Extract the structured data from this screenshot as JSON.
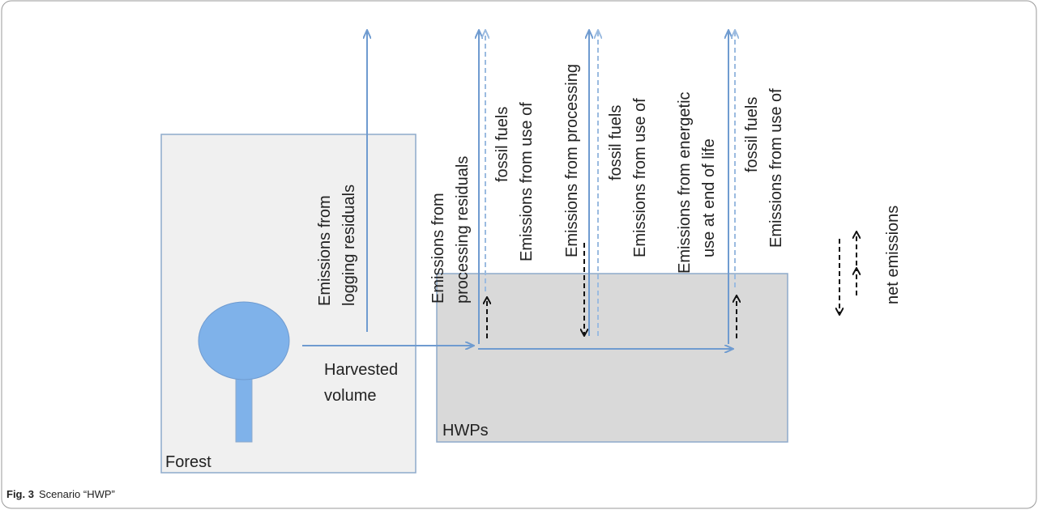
{
  "diagram": {
    "boxes": {
      "forest": "Forest",
      "hwps": "HWPs"
    },
    "labels": {
      "harvested_line1": "Harvested",
      "harvested_line2": "volume",
      "logging_line1": "Emissions from",
      "logging_line2": "logging residuals",
      "proc_res_line1": "Emissions from",
      "proc_res_line2": "processing residuals",
      "fossil1_line1": "Emissions from use of",
      "fossil1_line2": "fossil fuels",
      "processing": "Emissions from processing",
      "fossil2_line1": "Emissions from use of",
      "fossil2_line2": "fossil fuels",
      "energetic_line1": "Emissions from energetic",
      "energetic_line2": "use at end of life",
      "fossil3_line1": "Emissions from use of",
      "fossil3_line2": "fossil fuels",
      "legend": "net emissions"
    },
    "colors": {
      "box_light": "#f0f0f0",
      "box_dark": "#d9d9d9",
      "box_border": "#8eaacb",
      "arrow_solid": "#6f9bd0",
      "arrow_dashed": "#9bbbe0",
      "net_arrow": "#111111",
      "tree_fill": "#7fb2ea"
    }
  },
  "caption": {
    "fig": "Fig. 3",
    "text": "Scenario “HWP”"
  }
}
